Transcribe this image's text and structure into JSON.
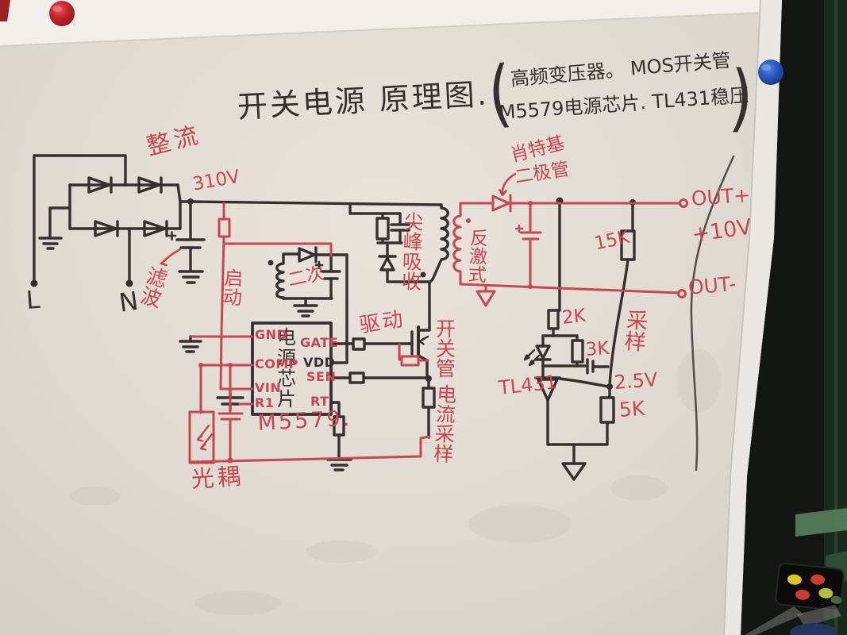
{
  "colors": {
    "marker_black": "#35302f",
    "marker_red": "#c9454f",
    "board": "#ded9d1",
    "magnet_red": "#c8272d",
    "magnet_blue": "#2a5ec4"
  },
  "header": {
    "title": "开关电源 原理图.",
    "paren_open": "(",
    "paren_close": ")",
    "note_line1": "高频变压器。 MOS开关管",
    "note_line2": "M5579电源芯片. TL431稳压"
  },
  "input_stage": {
    "rectifier": "整流",
    "live": "L",
    "neutral": "N",
    "bus_voltage": "310V",
    "filter": "滤波",
    "startup": "启动"
  },
  "chip": {
    "name_vertical": "电源芯片",
    "model": "M5579.",
    "pins_left": [
      "GND",
      "COMP",
      "VIN",
      "R1"
    ],
    "pins_right": [
      "GATE",
      "VDD",
      "SEN",
      "RT"
    ]
  },
  "primary_side": {
    "aux_winding": "二次",
    "snubber": "尖峰吸收",
    "drive": "驱动",
    "mosfet": "开关管",
    "current_sense": "电流采样",
    "optocoupler": "光耦"
  },
  "secondary_side": {
    "schottky_line1": "肖特基",
    "schottky_line2": "二极管",
    "flyback": "反激式",
    "sampling": "采样",
    "regulator": "TL431",
    "vref": "2.5V",
    "out_plus": "OUT+",
    "out_minus": "OUT-",
    "output_voltage": "+10V",
    "r_15k": "15K",
    "r_2k": "2K",
    "r_3k": "3K",
    "r_5k": "5K"
  }
}
